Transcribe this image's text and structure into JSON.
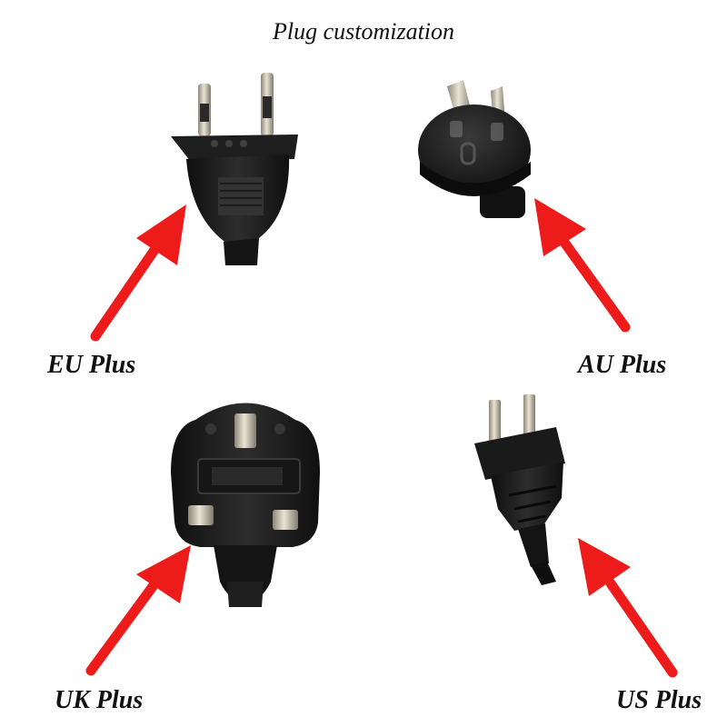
{
  "title": "Plug customization",
  "plugs": {
    "eu": {
      "label": "EU Plus",
      "icon": "eu-plug-icon"
    },
    "au": {
      "label": "AU Plus",
      "icon": "au-plug-icon"
    },
    "uk": {
      "label": "UK Plus",
      "icon": "uk-plug-icon"
    },
    "us": {
      "label": "US Plus",
      "icon": "us-plug-icon"
    }
  },
  "colors": {
    "arrow": "#ee1b1b",
    "plug_body": "#1c1c1c",
    "pin_metal": "#c9c2ad"
  }
}
